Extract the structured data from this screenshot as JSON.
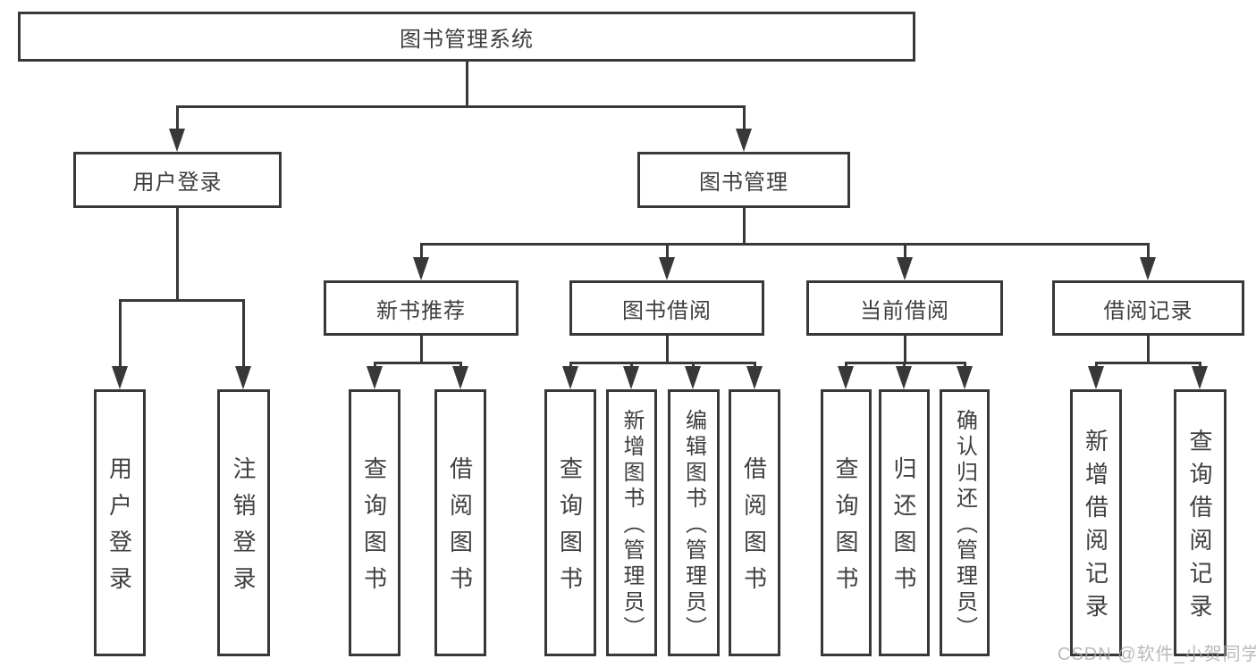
{
  "diagram_title": "图书管理系统",
  "tree": {
    "root": {
      "label": "图书管理系统",
      "children": [
        {
          "label": "用户登录",
          "children": [
            {
              "label": "用户登录"
            },
            {
              "label": "注销登录"
            }
          ]
        },
        {
          "label": "图书管理",
          "children": [
            {
              "label": "新书推荐",
              "children": [
                {
                  "label": "查询图书"
                },
                {
                  "label": "借阅图书"
                }
              ]
            },
            {
              "label": "图书借阅",
              "children": [
                {
                  "label": "查询图书"
                },
                {
                  "label": "新增图书（管理员）"
                },
                {
                  "label": "编辑图书（管理员）"
                },
                {
                  "label": "借阅图书"
                }
              ]
            },
            {
              "label": "当前借阅",
              "children": [
                {
                  "label": "查询图书"
                },
                {
                  "label": "归还图书"
                },
                {
                  "label": "确认归还（管理员）"
                }
              ]
            },
            {
              "label": "借阅记录",
              "children": [
                {
                  "label": "新增借阅记录"
                },
                {
                  "label": "查询借阅记录"
                }
              ]
            }
          ]
        }
      ]
    }
  },
  "watermark": {
    "text": "CSDN @软件_小贺同学"
  },
  "colors": {
    "line": "#383838",
    "text": "#3f3f3f",
    "box_background": "#ffffff",
    "page_background": "#ffffff",
    "watermark": "#a9a9a9"
  }
}
